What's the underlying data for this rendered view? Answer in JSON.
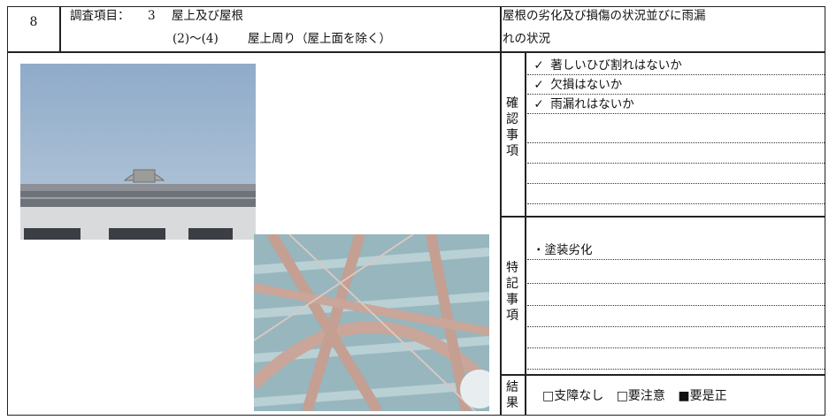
{
  "header": {
    "number": "8",
    "item_label": "調査項目：",
    "item_no": "3",
    "item_name": "屋上及び屋根",
    "sub_range": "(2)～(4)",
    "sub_name": "屋上周り（屋上面を除く）",
    "description_line1": "屋根の劣化及び損傷の状況並びに雨漏",
    "description_line2": "れの状況"
  },
  "confirm": {
    "label_chars": [
      "確",
      "認",
      "事",
      "項"
    ],
    "items": [
      {
        "check": "✓",
        "text": "著しいひび割れはないか"
      },
      {
        "check": "✓",
        "text": "欠損はないか"
      },
      {
        "check": "✓",
        "text": "雨漏れはないか"
      }
    ]
  },
  "notes": {
    "label_chars": [
      "特",
      "記",
      "事",
      "項"
    ],
    "items": [
      "・塗装劣化"
    ]
  },
  "result": {
    "label_chars": [
      "結",
      "果"
    ],
    "options": [
      {
        "box": "□",
        "text": "支障なし"
      },
      {
        "box": "□",
        "text": "要注意"
      },
      {
        "box": "■",
        "text": "要是正"
      }
    ]
  },
  "colors": {
    "sky": "#9db6d0",
    "roof": "#7f8389",
    "steel": "#c8a89c",
    "panel": "#9fbcc3"
  }
}
